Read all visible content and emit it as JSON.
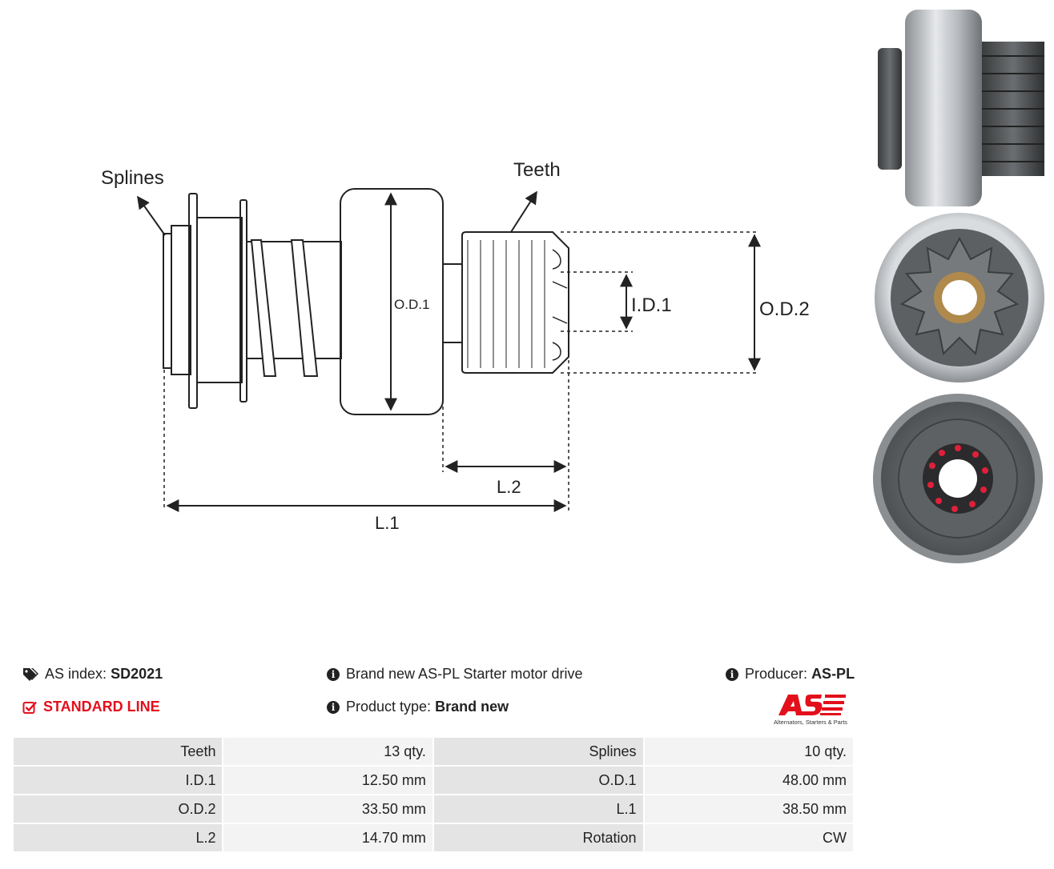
{
  "diagram": {
    "labels": {
      "splines": "Splines",
      "teeth": "Teeth",
      "od1": "O.D.1",
      "id1": "I.D.1",
      "od2": "O.D.2",
      "l1": "L.1",
      "l2": "L.2"
    }
  },
  "photos": [
    {
      "icon": "side-view-photo"
    },
    {
      "icon": "front-view-photo"
    },
    {
      "icon": "back-view-photo"
    }
  ],
  "info": {
    "as_index_label": "AS index:",
    "as_index_value": "SD2021",
    "standard_line": "STANDARD LINE",
    "description": "Brand new AS-PL Starter motor drive",
    "product_type_label": "Product type:",
    "product_type_value": "Brand new",
    "producer_label": "Producer:",
    "producer_value": "AS-PL",
    "logo_tagline": "Alternators, Starters & Parts",
    "accent_color": "#e3101c"
  },
  "specs": [
    [
      {
        "label": "Teeth",
        "value": "13 qty."
      },
      {
        "label": "Splines",
        "value": "10 qty."
      }
    ],
    [
      {
        "label": "I.D.1",
        "value": "12.50 mm"
      },
      {
        "label": "O.D.1",
        "value": "48.00 mm"
      }
    ],
    [
      {
        "label": "O.D.2",
        "value": "33.50 mm"
      },
      {
        "label": "L.1",
        "value": "38.50 mm"
      }
    ],
    [
      {
        "label": "L.2",
        "value": "14.70 mm"
      },
      {
        "label": "Rotation",
        "value": "CW"
      }
    ]
  ]
}
